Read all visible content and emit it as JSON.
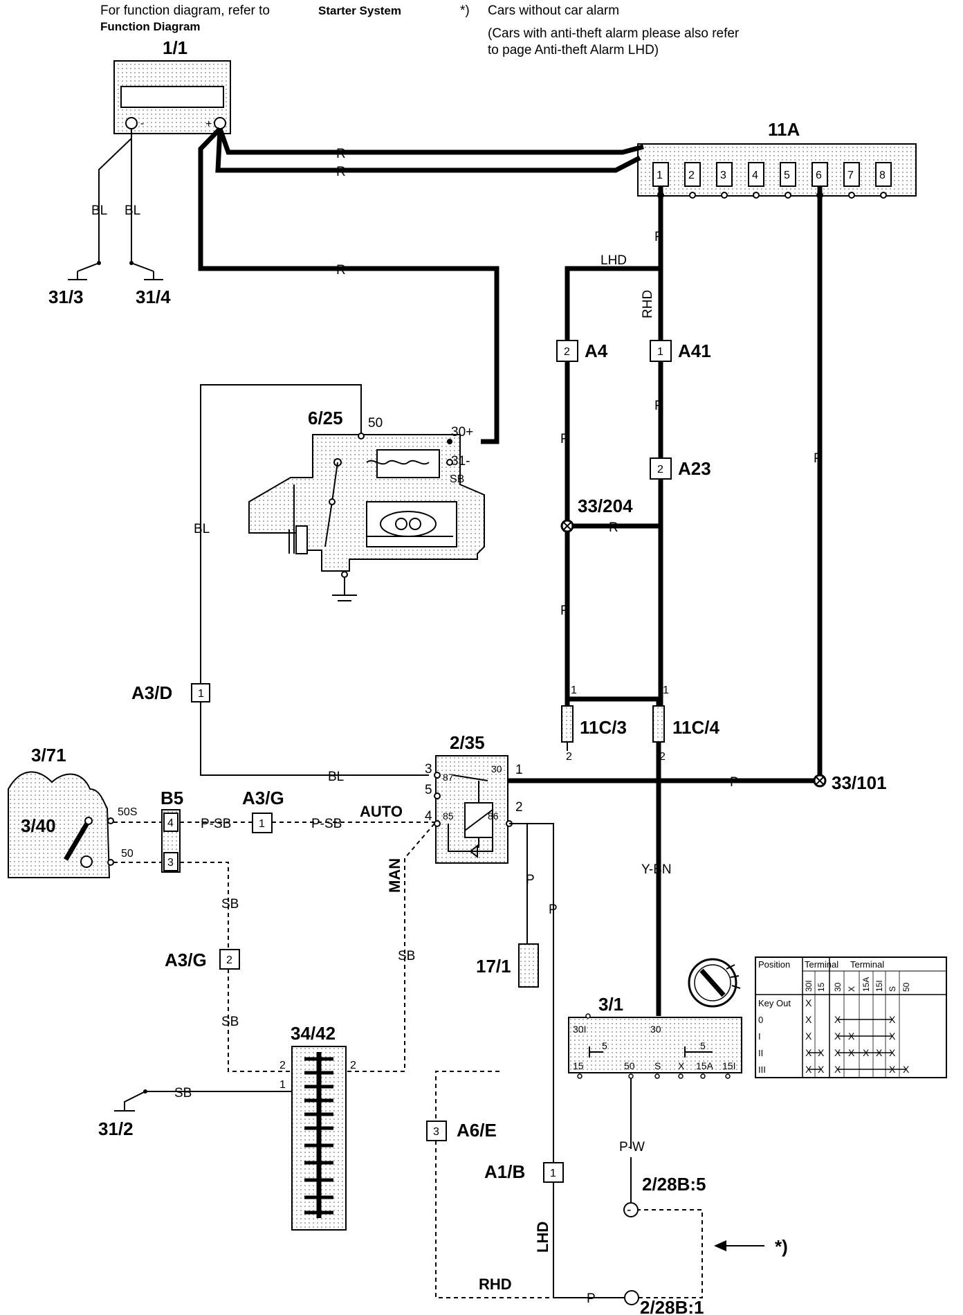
{
  "header": {
    "note_prefix": "For function diagram, refer to",
    "note_bold_1": "Starter System",
    "note_bold_2": "Function Diagram",
    "asterisk": "*)",
    "alarm_line_1": "Cars without car alarm",
    "alarm_line_2": "(Cars with anti-theft alarm please also refer",
    "alarm_line_3": "to page  Anti-theft Alarm LHD)",
    "asterisk_ref": "*)"
  },
  "components": {
    "battery": "1/1",
    "fuse_box": "11A",
    "starter": "6/25",
    "ignition_switch": "3/1",
    "relay": "2/35",
    "gear_box": "3/71",
    "gear_switch": "3/40",
    "gear_selector": "34/42",
    "sensor": "17/1",
    "ground_1": "31/3",
    "ground_2": "31/4",
    "ground_3": "31/2",
    "splice_1": "33/204",
    "splice_2": "33/101",
    "conn_a4": "A4",
    "conn_a41": "A41",
    "conn_a23": "A23",
    "conn_a3d": "A3/D",
    "conn_b5": "B5",
    "conn_a3g_1": "A3/G",
    "conn_a3g_2": "A3/G",
    "conn_a6e": "A6/E",
    "conn_a1b": "A1/B",
    "conn_11c3": "11C/3",
    "conn_11c4": "11C/4",
    "alarm_1": "2/28B:5",
    "alarm_2": "2/28B:1"
  },
  "fuse_numbers": [
    "1",
    "2",
    "3",
    "4",
    "5",
    "6",
    "7",
    "8"
  ],
  "wire_colors": {
    "r": "R",
    "bl": "BL",
    "p": "P",
    "psb": "P-SB",
    "sb": "SB",
    "ybn": "Y-BN",
    "pw": "P-W"
  },
  "labels": {
    "lhd": "LHD",
    "rhd": "RHD",
    "auto": "AUTO",
    "man": "MAN",
    "p50": "50",
    "p30plus": "30+",
    "p31minus": "31-",
    "psb": "SB",
    "p50s": "50S",
    "p50b": "50",
    "a4_pin": "2",
    "a41_pin": "1",
    "a23_pin": "2",
    "a3d_pin": "1",
    "b5_pin4": "4",
    "b5_pin3": "3",
    "a3g_pin1": "1",
    "a3g_pin2": "2",
    "a6e_pin": "3",
    "a1b_pin": "1",
    "c11_top_1": "1",
    "c11_top_2": "1",
    "c11_bot_1": "2",
    "c11_bot_2": "2",
    "relay_3": "3",
    "relay_5": "5",
    "relay_4": "4",
    "relay_1": "1",
    "relay_2": "2",
    "relay_87": "87",
    "relay_85": "85",
    "relay_86": "86",
    "relay_30": "30",
    "ign_30i": "30I",
    "ign_30": "30",
    "ign_5a": "5",
    "ign_5b": "5",
    "ign_15": "15",
    "ign_50": "50",
    "ign_s": "S",
    "ign_x": "X",
    "ign_15a": "15A",
    "ign_15i": "15I",
    "gs_2a": "2",
    "gs_1": "1",
    "gs_2b": "2",
    "minus": "-",
    "plus": "+"
  },
  "key_table": {
    "head_position": "Position",
    "head_terminal_1": "Terminal",
    "head_terminal_2": "Terminal",
    "sub_cols": [
      "30I",
      "15",
      "30",
      "X",
      "15A",
      "15I",
      "S",
      "50"
    ],
    "rows": [
      {
        "pos": "Key Out",
        "marks": [
          "X",
          "",
          "",
          "",
          "",
          "",
          "",
          ""
        ]
      },
      {
        "pos": "0",
        "marks": [
          "X",
          "",
          "X",
          "",
          "",
          "",
          "X",
          ""
        ]
      },
      {
        "pos": "I",
        "marks": [
          "X",
          "",
          "X",
          "X",
          "",
          "",
          "X",
          ""
        ]
      },
      {
        "pos": "II",
        "marks": [
          "X",
          "X",
          "X",
          "X",
          "X",
          "X",
          "X",
          ""
        ]
      },
      {
        "pos": "III",
        "marks": [
          "X",
          "X",
          "X",
          "",
          "",
          "",
          "X",
          "X"
        ]
      }
    ]
  }
}
